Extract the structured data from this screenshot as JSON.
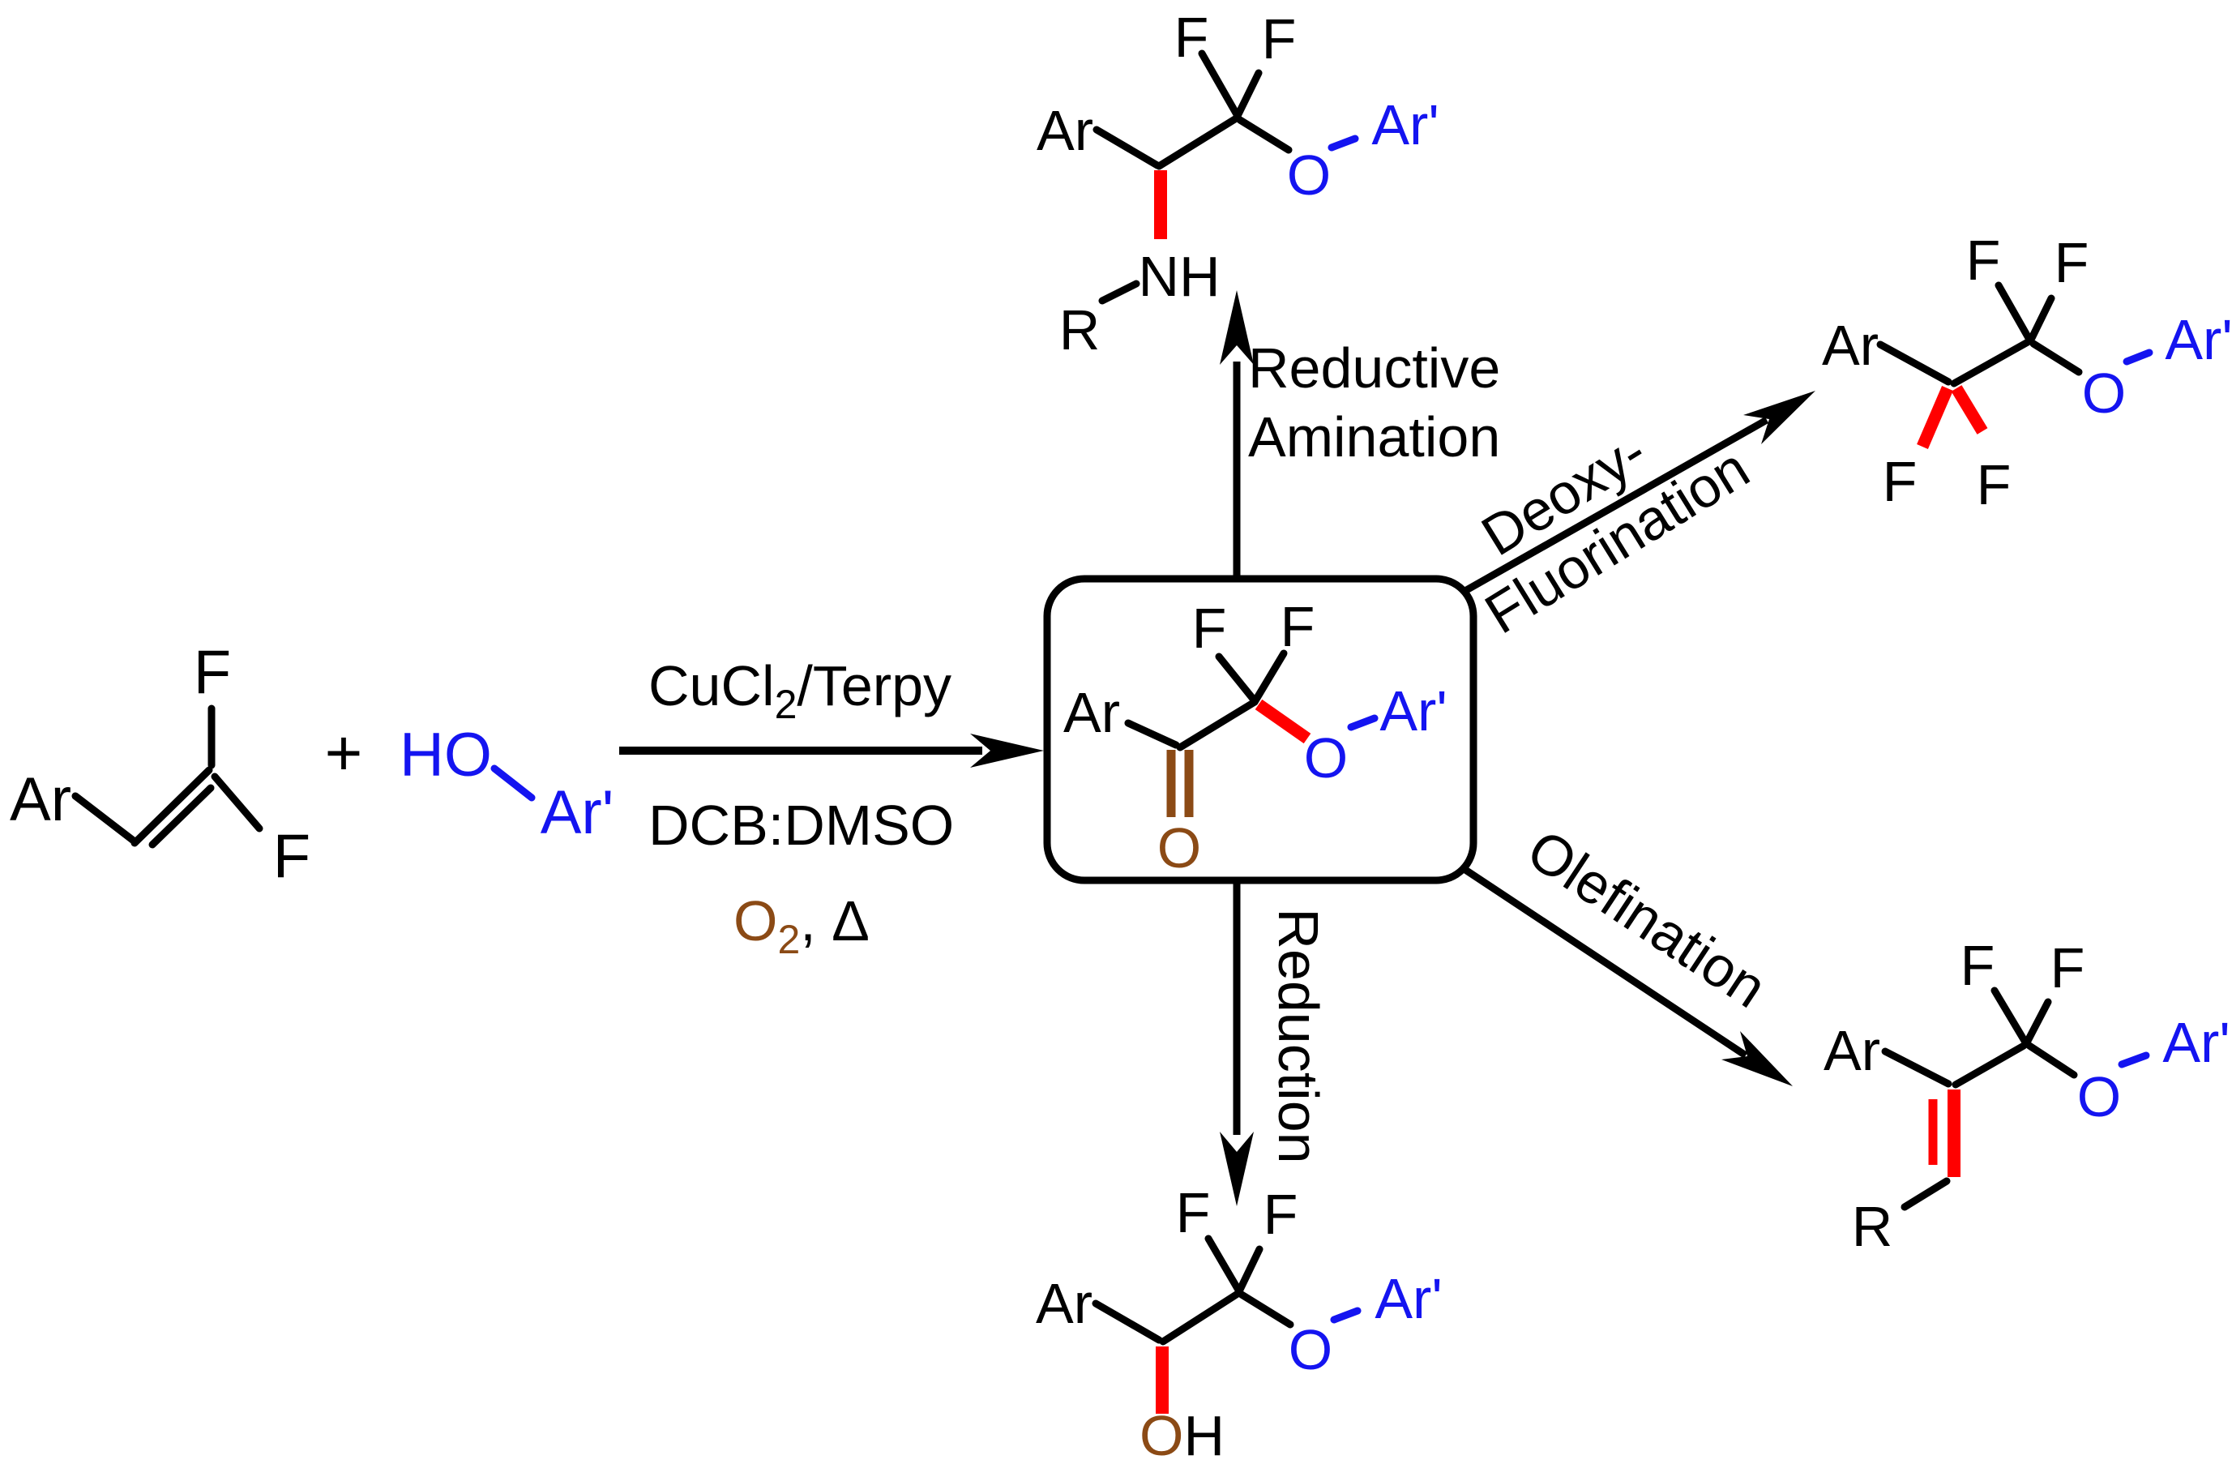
{
  "colors": {
    "black": "#000000",
    "blue": "#1414f0",
    "red": "#ff0000",
    "brown": "#8b4a15"
  },
  "reactants": {
    "alkene": {
      "ar": "Ar",
      "f_top": "F",
      "f_bottom": "F"
    },
    "plus": "+",
    "phenol": {
      "ho": "HO",
      "ar_prime": "Ar'"
    }
  },
  "conditions": {
    "catalyst": {
      "main": "CuCl",
      "sub": "2",
      "rest": "/Terpy"
    },
    "solvent": "DCB:DMSO",
    "oxidant": {
      "main": "O",
      "sub": "2",
      "rest": ", Δ"
    }
  },
  "central_product": {
    "ar": "Ar",
    "f_left": "F",
    "f_right": "F",
    "carbonyl_o": "O",
    "ether_o": "O",
    "ar_prime": "Ar'"
  },
  "transformations": {
    "reductive_amination": {
      "line1": "Reductive",
      "line2": "Amination"
    },
    "deoxyfluorination": {
      "line1": "Deoxy-",
      "line2": "Fluorination"
    },
    "reduction": {
      "label": "Reduction"
    },
    "olefination": {
      "label": "Olefination"
    }
  },
  "products": {
    "amine": {
      "ar": "Ar",
      "f_left": "F",
      "f_right": "F",
      "ether_o": "O",
      "ar_prime": "Ar'",
      "nh": "NH",
      "r": "R"
    },
    "difluoride": {
      "ar": "Ar",
      "f_down_left": "F",
      "f_down_right": "F",
      "f_up_left": "F",
      "f_up_right": "F",
      "ether_o": "O",
      "ar_prime": "Ar'"
    },
    "alcohol": {
      "ar": "Ar",
      "f_left": "F",
      "f_right": "F",
      "ether_o": "O",
      "ar_prime": "Ar'",
      "oh_o": "O",
      "oh_h": "H"
    },
    "olefin": {
      "ar": "Ar",
      "f_left": "F",
      "f_right": "F",
      "ether_o": "O",
      "ar_prime": "Ar'",
      "r": "R"
    }
  }
}
